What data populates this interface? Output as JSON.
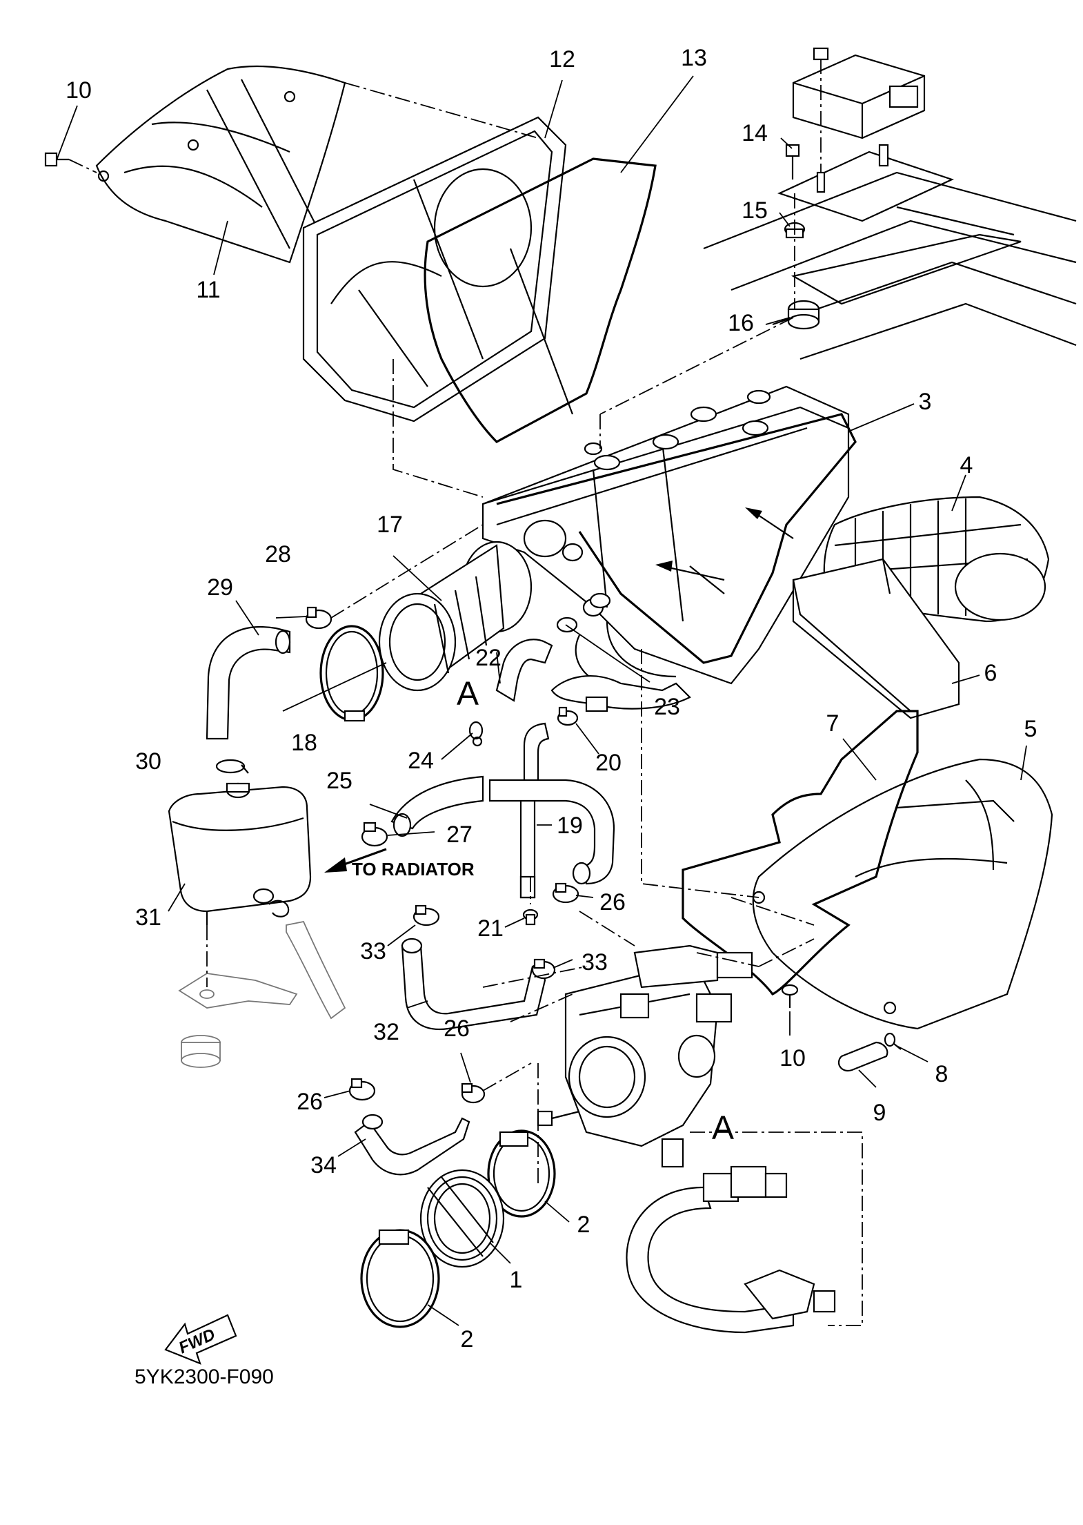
{
  "callouts": [
    {
      "id": "c10a",
      "text": "10"
    },
    {
      "id": "c11",
      "text": "11"
    },
    {
      "id": "c12",
      "text": "12"
    },
    {
      "id": "c13",
      "text": "13"
    },
    {
      "id": "c14",
      "text": "14"
    },
    {
      "id": "c15",
      "text": "15"
    },
    {
      "id": "c16",
      "text": "16"
    },
    {
      "id": "c3",
      "text": "3"
    },
    {
      "id": "c4",
      "text": "4"
    },
    {
      "id": "c17",
      "text": "17"
    },
    {
      "id": "c28",
      "text": "28"
    },
    {
      "id": "c29",
      "text": "29"
    },
    {
      "id": "c22",
      "text": "22"
    },
    {
      "id": "c23",
      "text": "23"
    },
    {
      "id": "c6",
      "text": "6"
    },
    {
      "id": "c18",
      "text": "18"
    },
    {
      "id": "c24",
      "text": "24"
    },
    {
      "id": "c20",
      "text": "20"
    },
    {
      "id": "c7",
      "text": "7"
    },
    {
      "id": "c5",
      "text": "5"
    },
    {
      "id": "c30",
      "text": "30"
    },
    {
      "id": "c25",
      "text": "25"
    },
    {
      "id": "c19",
      "text": "19"
    },
    {
      "id": "c27",
      "text": "27"
    },
    {
      "id": "c31",
      "text": "31"
    },
    {
      "id": "c26a",
      "text": "26"
    },
    {
      "id": "c21",
      "text": "21"
    },
    {
      "id": "c33a",
      "text": "33"
    },
    {
      "id": "c33b",
      "text": "33"
    },
    {
      "id": "c32",
      "text": "32"
    },
    {
      "id": "c10b",
      "text": "10"
    },
    {
      "id": "c8",
      "text": "8"
    },
    {
      "id": "c9",
      "text": "9"
    },
    {
      "id": "c26b",
      "text": "26"
    },
    {
      "id": "c26c",
      "text": "26"
    },
    {
      "id": "c34",
      "text": "34"
    },
    {
      "id": "c2a",
      "text": "2"
    },
    {
      "id": "c1",
      "text": "1"
    },
    {
      "id": "c2b",
      "text": "2"
    }
  ],
  "markers": {
    "ref_a_upper": "A",
    "ref_a_lower": "A"
  },
  "notes": {
    "to_radiator": "TO RADIATOR",
    "fwd": "FWD"
  },
  "diagram_code": "5YK2300-F090"
}
